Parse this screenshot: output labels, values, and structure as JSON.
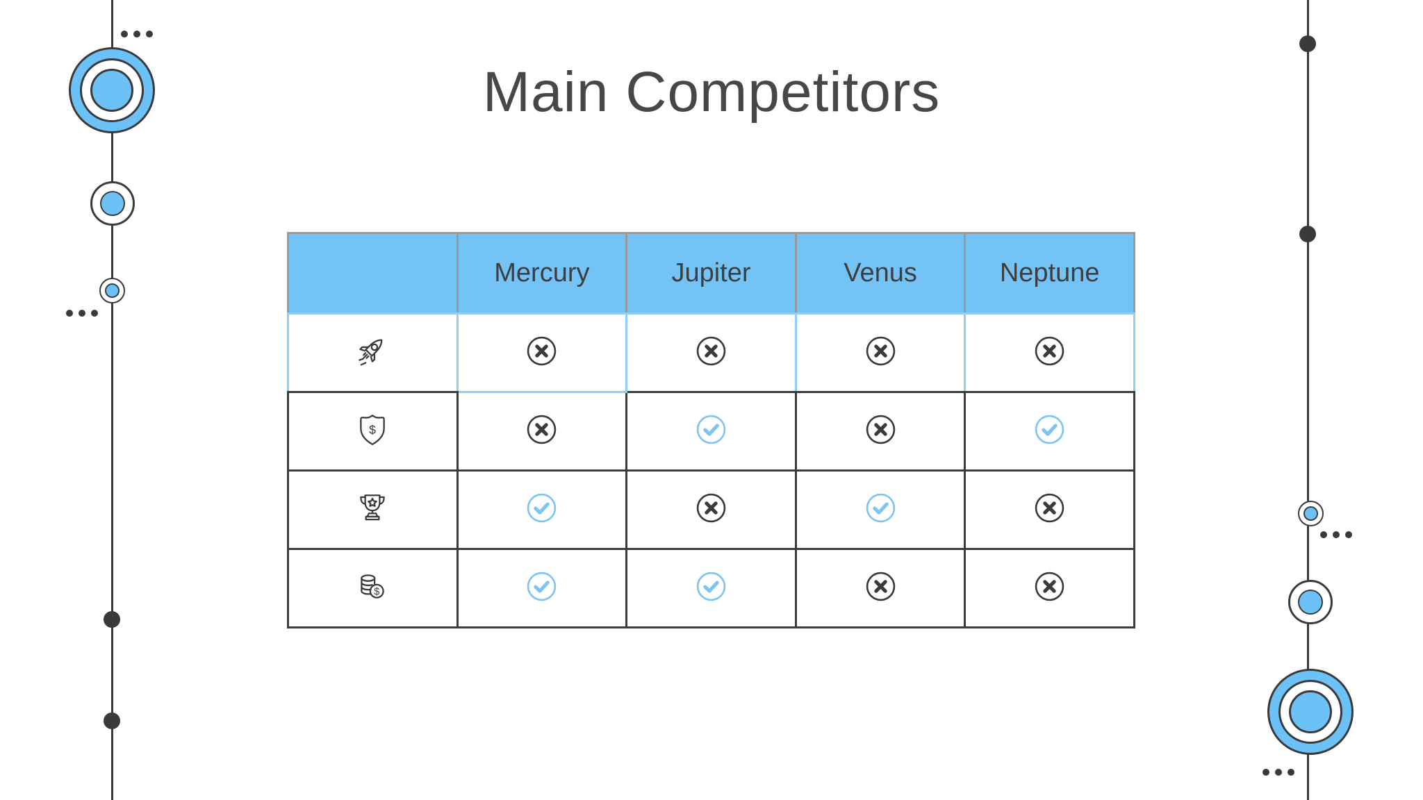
{
  "title": "Main Competitors",
  "table": {
    "columns": [
      "Mercury",
      "Jupiter",
      "Venus",
      "Neptune"
    ],
    "rows": [
      {
        "icon": "rocket",
        "values": [
          "cross",
          "cross",
          "cross",
          "cross"
        ]
      },
      {
        "icon": "shield-dollar",
        "values": [
          "cross",
          "check",
          "cross",
          "check"
        ]
      },
      {
        "icon": "trophy",
        "values": [
          "check",
          "cross",
          "check",
          "cross"
        ]
      },
      {
        "icon": "coins",
        "values": [
          "check",
          "check",
          "cross",
          "cross"
        ]
      }
    ]
  },
  "colors": {
    "header_blue": "#74C3F7",
    "ornament_blue": "#6CC2F6",
    "check_blue": "#7CC4F2",
    "row_highlight_blue": "#8FCEF7",
    "line_dark": "#3A3A3A",
    "border_dark": "#3B3B3B",
    "header_border_gray": "#9A9A9A",
    "title_gray": "#474747"
  }
}
